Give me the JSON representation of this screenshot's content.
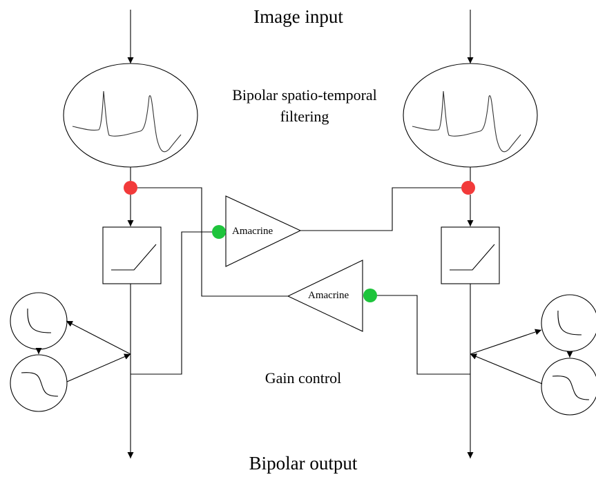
{
  "labels": {
    "image_input": "Image input",
    "bipolar_filtering_line1": "Bipolar spatio-temporal",
    "bipolar_filtering_line2": "filtering",
    "amacrine_top": "Amacrine",
    "amacrine_bottom": "Amacrine",
    "gain_control": "Gain control",
    "bipolar_output": "Bipolar output"
  },
  "colors": {
    "junction_node": "#f23a3a",
    "amacrine_input_node": "#1ec43c"
  }
}
